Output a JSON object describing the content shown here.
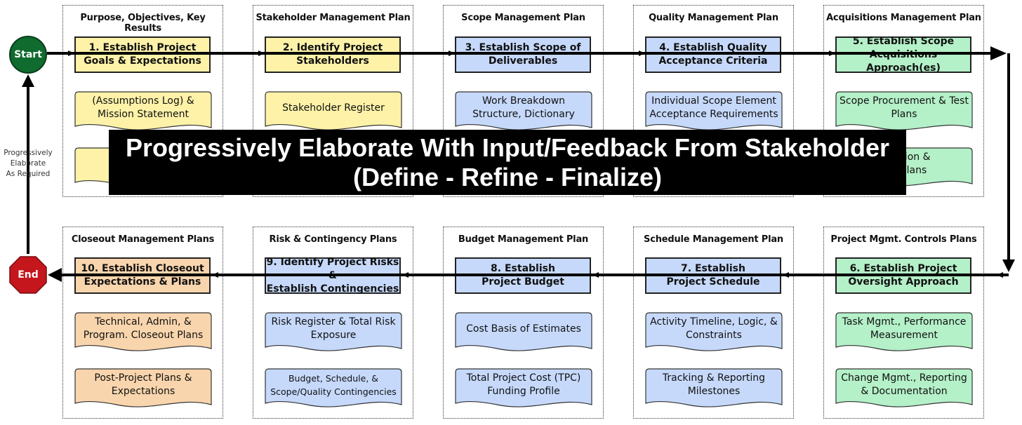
{
  "colors": {
    "plan_yellow": "#fdf2a8",
    "scope_blue": "#c6d9fb",
    "acq_green": "#b4f0c8",
    "closeout_orange": "#f9d5ad",
    "start_green": "#0f6b2e",
    "end_red": "#c4161c"
  },
  "terminals": {
    "start": "Start",
    "end": "End"
  },
  "side_note": "Progressively\nElaborate\nAs Required",
  "banner": {
    "line1": "Progressively Elaborate With Input/Feedback From Stakeholder",
    "line2": "(Define - Refine - Finalize)"
  },
  "top_row": [
    {
      "title": "Purpose, Objectives, Key Results",
      "step": "1. Establish Project\nGoals & Expectations",
      "docs": [
        "(Assumptions Log) &\nMission Statement",
        ""
      ]
    },
    {
      "title": "Stakeholder Management Plan",
      "step": "2. Identify Project\nStakeholders",
      "docs": [
        "Stakeholder Register",
        ""
      ]
    },
    {
      "title": "Scope Management Plan",
      "step": "3. Establish Scope of\nDeliverables",
      "docs": [
        "Work Breakdown\nStructure, Dictionary",
        ""
      ]
    },
    {
      "title": "Quality Management Plan",
      "step": "4. Establish Quality\nAcceptance Criteria",
      "docs": [
        "Individual Scope Element\nAcceptance Requirements",
        ""
      ]
    },
    {
      "title": "Acquisitions Management Plan",
      "step": "5. Establish Scope\nAcquisitions Approach(es)",
      "docs": [
        "Scope Procurement & Test\nPlans",
        "quisition &\nent Plans"
      ]
    }
  ],
  "bottom_row": [
    {
      "title": "Closeout Management Plans",
      "step": "10. Establish Closeout\nExpectations & Plans",
      "docs": [
        "Technical, Admin, &\nProgram. Closeout Plans",
        "Post-Project Plans &\nExpectations"
      ]
    },
    {
      "title": "Risk & Contingency Plans",
      "step": "9. Identify Project Risks &\nEstablish Contingencies",
      "docs": [
        "Risk Register & Total Risk\nExposure",
        "Budget, Schedule, &\nScope/Quality Contingencies"
      ]
    },
    {
      "title": "Budget Management Plan",
      "step": "8. Establish\nProject Budget",
      "docs": [
        "Cost Basis of Estimates",
        "Total Project Cost (TPC)\nFunding Profile"
      ]
    },
    {
      "title": "Schedule Management Plan",
      "step": "7. Establish\nProject Schedule",
      "docs": [
        "Activity Timeline, Logic, &\nConstraints",
        "Tracking & Reporting\nMilestones"
      ]
    },
    {
      "title": "Project Mgmt. Controls Plans",
      "step": "6. Establish Project\nOversight Approach",
      "docs": [
        "Task Mgmt., Performance\nMeasurement",
        "Change Mgmt., Reporting\n& Documentation"
      ]
    }
  ]
}
